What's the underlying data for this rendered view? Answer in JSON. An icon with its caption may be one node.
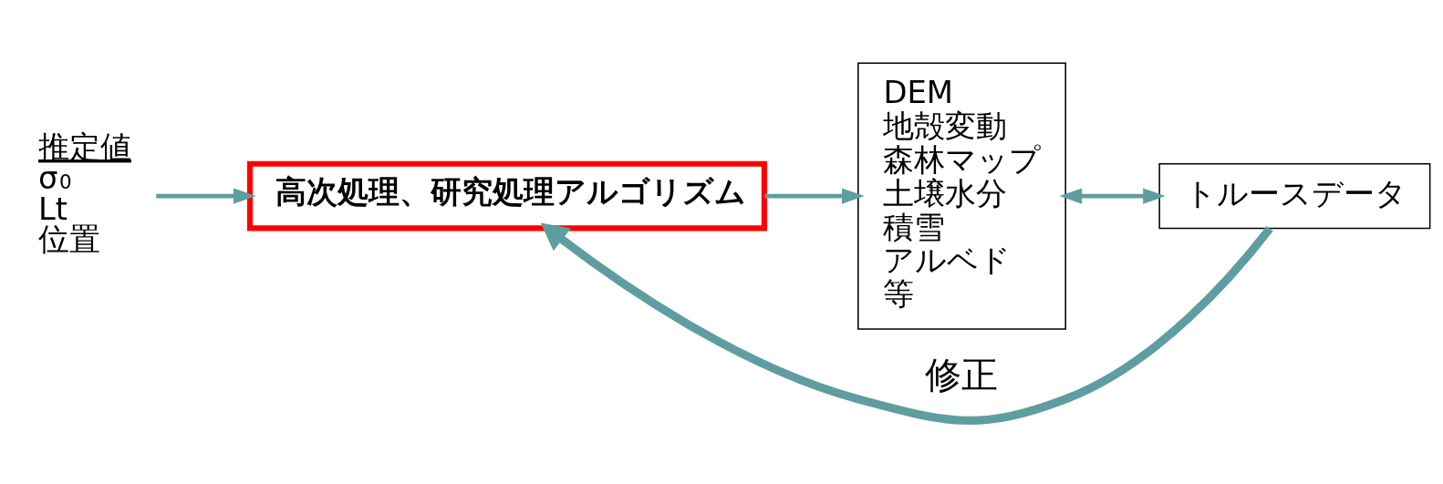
{
  "diagram": {
    "nodes": [
      {
        "text": [
          "推定値",
          "σ$^{0}$",
          "Lt",
          "位置"
        ]
      },
      {
        "text": [
          "高次処理、研究処理アルゴリズム"
        ]
      },
      {
        "text": [
          "DEM",
          "地殻変動",
          "森林マップ",
          "土壌水分",
          "積雪",
          "アルベド",
          "等"
        ]
      },
      {
        "text": [
          "トルースデータ"
        ]
      }
    ],
    "edges": [
      {
        "from": 0,
        "to": 1,
        "arrow": "to"
      },
      {
        "from": 1,
        "to": 2,
        "arrow": "to"
      },
      {
        "from": 2,
        "to": 3,
        "arrow": "both"
      },
      {
        "from": 3,
        "to": 1,
        "arrow": "to",
        "label": "修正",
        "style": "thick"
      }
    ]
  }
}
